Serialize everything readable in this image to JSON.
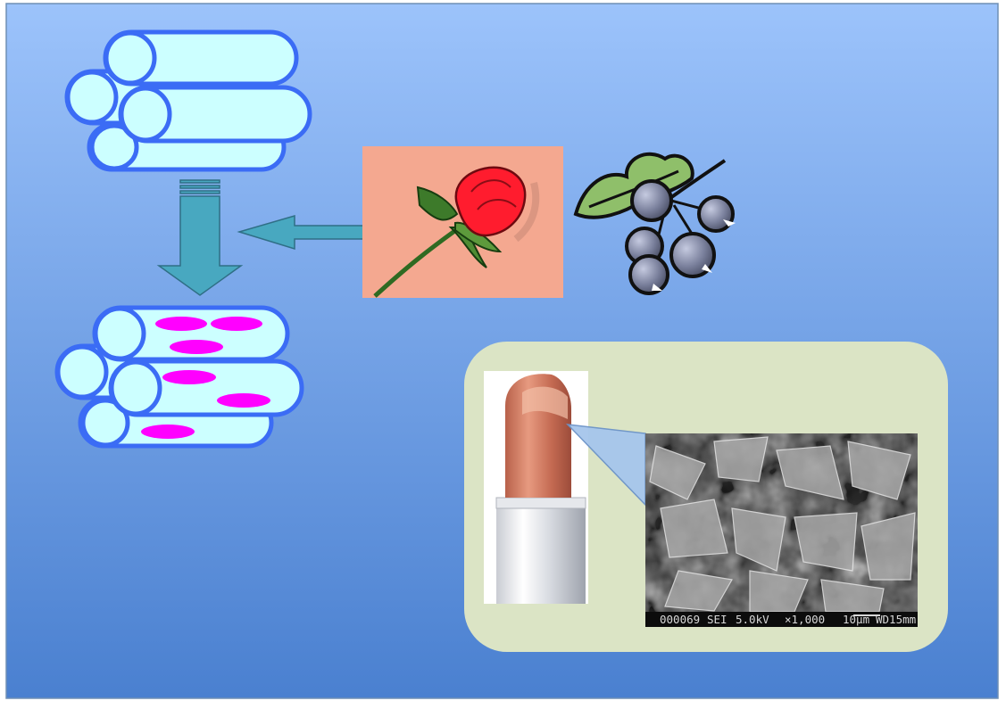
{
  "slide": {
    "background_top": "#9cc3fb",
    "background_bottom": "#4a80d0",
    "border_color": "#6f8fb5"
  },
  "colors": {
    "tube_fill": "#ccffff",
    "tube_stroke": "#3b6cf5",
    "guest_molecule": "#ff00ff",
    "arrow_fill": "#48a8c0",
    "rose_card": "#f4a890",
    "inset_panel": "#dbe4c5"
  },
  "icons": {
    "empty_tubes": "nanotube-bundle-icon",
    "loaded_tubes": "loaded-nanotube-bundle-icon",
    "rose": "rose-icon",
    "berries": "blackcurrant-icon",
    "lipstick": "lipstick-icon",
    "micrograph": "sem-micrograph-image"
  },
  "micrograph": {
    "caption": {
      "id": "000069",
      "mode": "SEI",
      "voltage": "5.0kV",
      "magnification": "×1,000",
      "scale": "10μm",
      "working_distance": "WD15mm"
    }
  }
}
